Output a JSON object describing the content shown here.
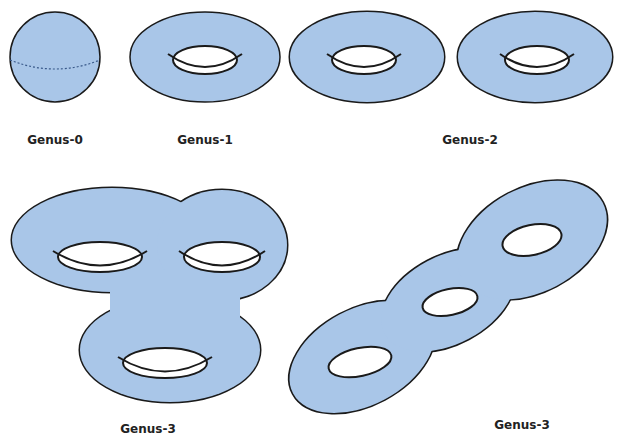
{
  "diagram": {
    "labels": [
      "Genus-0",
      "Genus-1",
      "Genus-2",
      "Genus-3",
      "Genus-3"
    ]
  }
}
